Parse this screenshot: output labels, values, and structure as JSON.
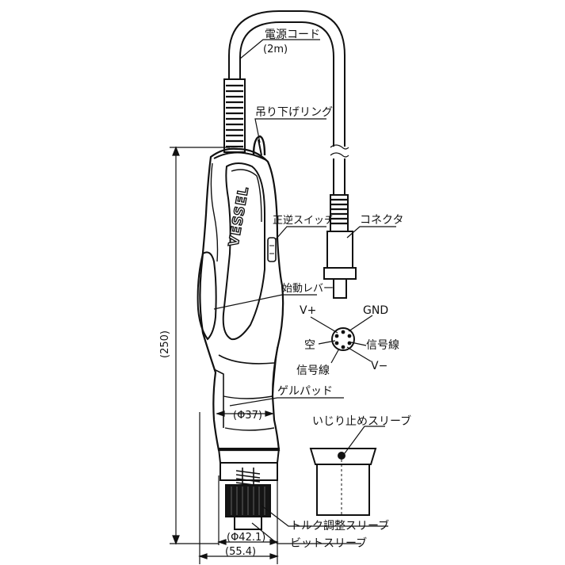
{
  "labels": {
    "power_cord": "電源コード",
    "cord_length": "(2m)",
    "hanging_ring": "吊り下げリング",
    "reverse_switch": "正逆スイッチ",
    "connector": "コネクタ",
    "start_lever": "始動レバー",
    "gel_pad": "ゲルパッド",
    "grip_diameter": "(Φ37)",
    "anti_tamper_sleeve": "いじり止めスリーブ",
    "torque_sleeve": "トルク調整スリーブ",
    "bit_sleeve": "ビットスリーブ",
    "bottom_diameter": "(Φ42.1)",
    "overall_width": "(55.4)",
    "overall_height": "(250)",
    "brand": "VESSEL"
  },
  "pinout": {
    "v_plus": "V+",
    "gnd": "GND",
    "empty": "空",
    "signal_right": "信号線",
    "signal_left": "信号線",
    "v_minus": "V−"
  }
}
